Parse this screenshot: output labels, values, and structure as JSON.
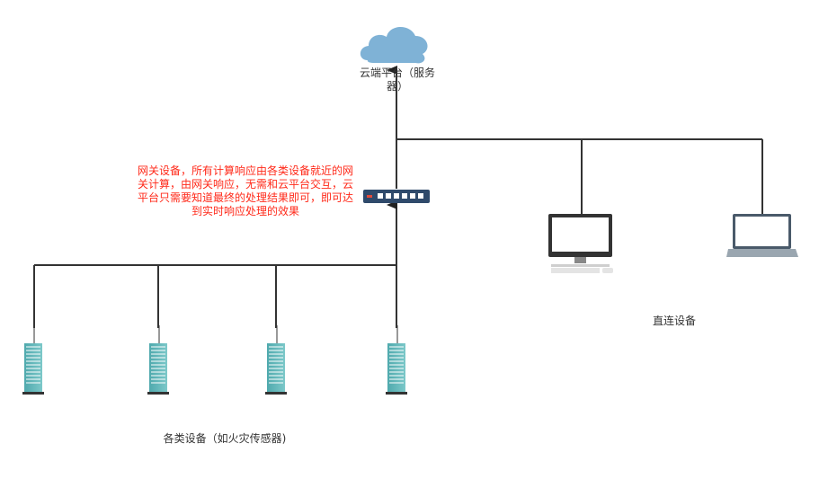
{
  "cloud": {
    "label": "云端平台（服务器）",
    "color": "#7fb2d6"
  },
  "gateway": {
    "annotation": "网关设备，所有计算响应由各类设备就近的网关计算，由网关响应，无需和云平台交互，云平台只需要知道最终的处理结果即可，即可达到实时响应处理的效果",
    "color": "#2f4a6b"
  },
  "direct_devices": {
    "label": "直连设备",
    "items": [
      "desktop-monitor",
      "laptop"
    ]
  },
  "sensor_devices": {
    "label": "各类设备（如火灾传感器)",
    "count": 4,
    "color": "#5fb6b8"
  },
  "colors": {
    "line": "#333333",
    "annotation": "#ff2a1a"
  }
}
